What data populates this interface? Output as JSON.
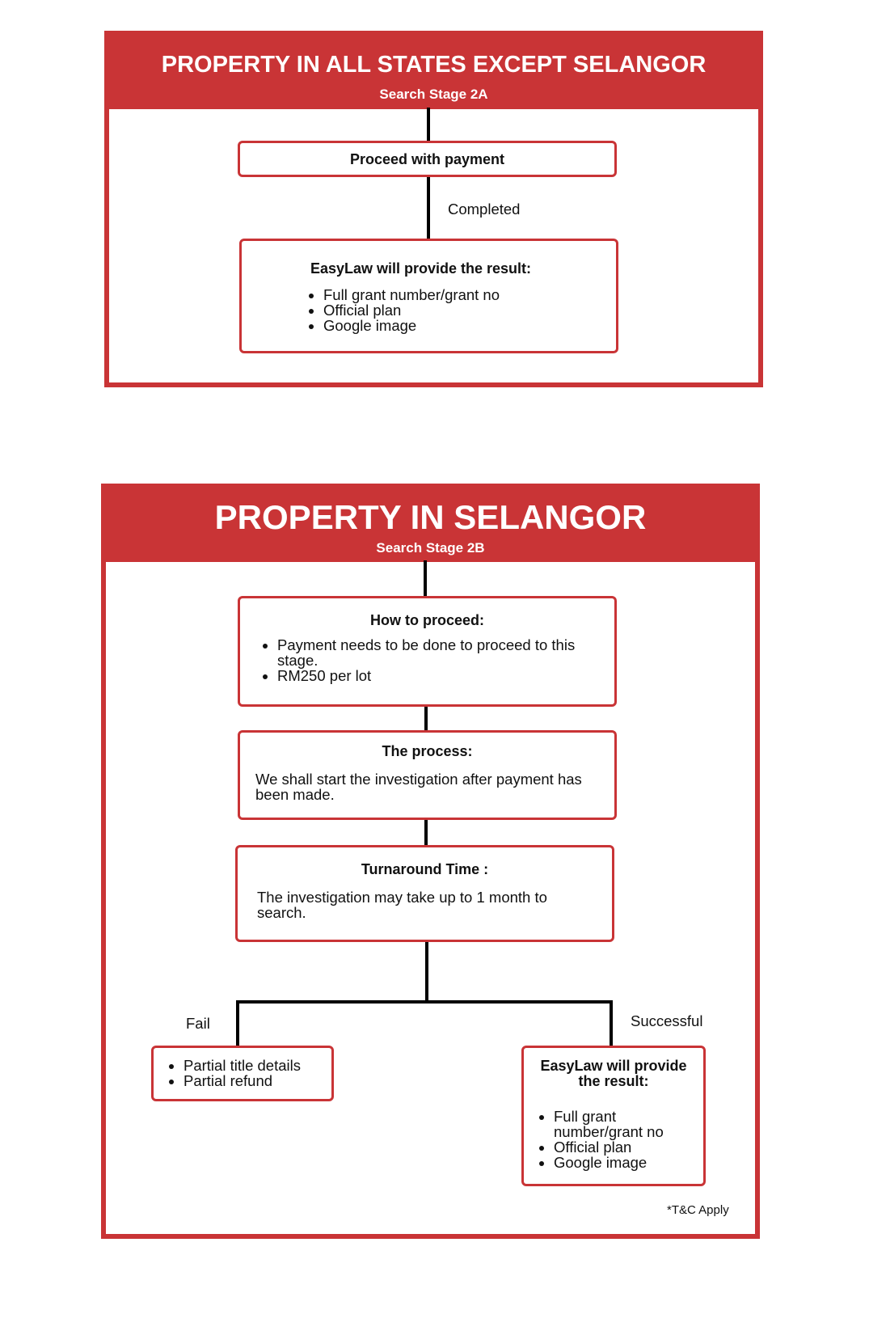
{
  "stage_2a": {
    "title": "PROPERTY IN ALL STATES EXCEPT SELANGOR",
    "subtitle": "Search Stage 2A",
    "step_payment": "Proceed with payment",
    "edge_label": "Completed",
    "result": {
      "heading": "EasyLaw will provide the result:",
      "items": [
        "Full grant number/grant no",
        "Official plan",
        "Google image"
      ]
    }
  },
  "stage_2b": {
    "title": "PROPERTY IN SELANGOR",
    "subtitle": "Search Stage 2B",
    "how_to_proceed": {
      "heading": "How to proceed:",
      "items": [
        "Payment needs to be done to proceed to this stage.",
        "RM250 per lot"
      ]
    },
    "process": {
      "heading": "The process:",
      "text": "We shall start the investigation after payment has been made."
    },
    "turnaround": {
      "heading": "Turnaround Time :",
      "text": "The investigation may take up to 1 month to search."
    },
    "fail": {
      "label": "Fail",
      "items": [
        "Partial title details",
        "Partial refund"
      ]
    },
    "success": {
      "label": "Successful",
      "heading": "EasyLaw will provide the result:",
      "items": [
        "Full grant number/grant no",
        "Official plan",
        "Google image"
      ]
    },
    "footnote": "*T&C Apply"
  },
  "colors": {
    "accent": "#c93436",
    "connector": "#000000"
  }
}
